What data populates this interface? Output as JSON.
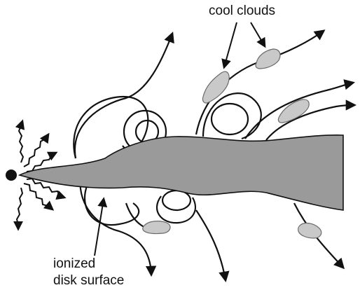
{
  "labels": {
    "cool_clouds": "cool clouds",
    "ionized_line1": "ionized",
    "ionized_line2": "disk surface"
  },
  "colors": {
    "disk_fill": "#9a9a9a",
    "cloud_fill": "#c9c9c9",
    "stroke": "#111111",
    "background": "#ffffff"
  }
}
